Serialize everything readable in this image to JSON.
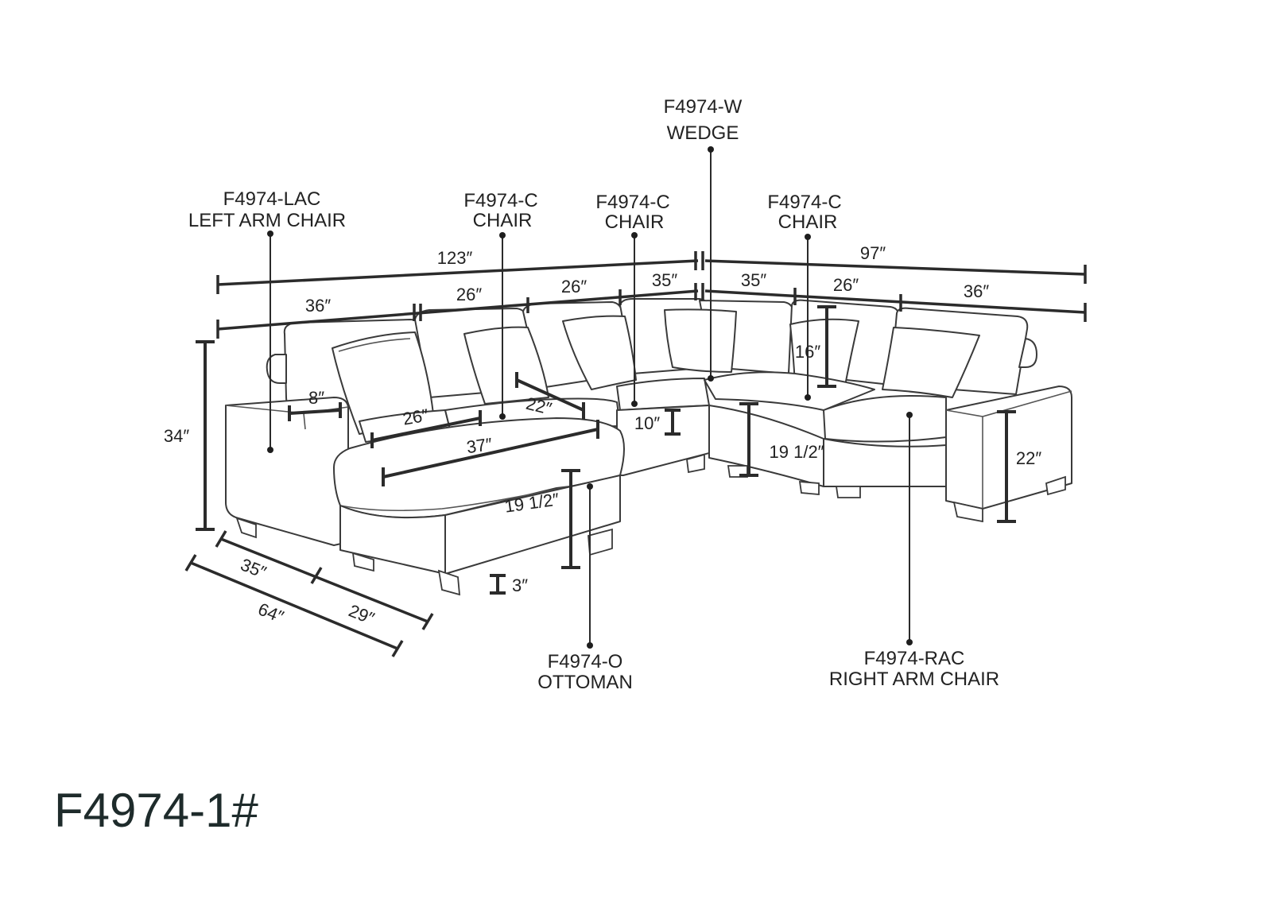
{
  "model_number": "F4974-1#",
  "pieces": [
    {
      "code": "F4974-LAC",
      "name": "LEFT ARM CHAIR"
    },
    {
      "code": "F4974-C",
      "name": "CHAIR"
    },
    {
      "code": "F4974-C",
      "name": "CHAIR"
    },
    {
      "code": "F4974-W",
      "name": "WEDGE"
    },
    {
      "code": "F4974-C",
      "name": "CHAIR"
    },
    {
      "code": "F4974-O",
      "name": "OTTOMAN"
    },
    {
      "code": "F4974-RAC",
      "name": "RIGHT ARM CHAIR"
    }
  ],
  "dimensions": {
    "left_total": "123″",
    "right_total": "97″",
    "left_arm_width": "36″",
    "chair1_width": "26″",
    "chair2_width": "26″",
    "wedge_left_width": "35″",
    "wedge_right_width": "35″",
    "chair3_width": "26″",
    "right_arm_width": "36″",
    "back_height": "34″",
    "arm_thickness": "8″",
    "seat_depth_a": "26″",
    "seat_depth_b": "22″",
    "ottoman_length": "37″",
    "seat_height_ottoman": "19 1/2″",
    "seat_height_wedge": "19 1/2″",
    "cushion_height": "10″",
    "pillow_height": "16″",
    "arm_height": "22″",
    "leg_height": "3″",
    "chair_depth": "35″",
    "ottoman_depth": "29″",
    "chaise_depth": "64″"
  }
}
